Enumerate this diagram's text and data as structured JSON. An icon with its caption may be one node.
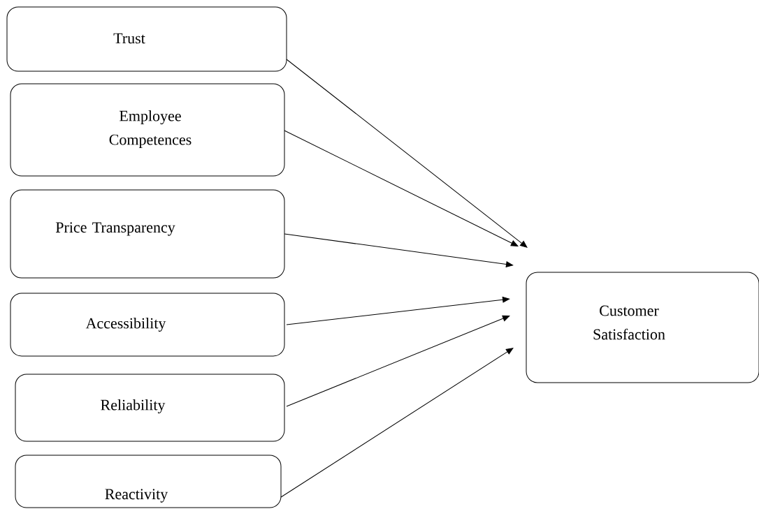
{
  "diagram": {
    "nodes": [
      {
        "text": [
          "Trust"
        ]
      },
      {
        "text": [
          "Employee Competences"
        ]
      },
      {
        "text": [
          "Price Transparency"
        ]
      },
      {
        "text": [
          "Accessibility"
        ]
      },
      {
        "text": [
          "Reliability"
        ]
      },
      {
        "text": [
          "Reactivity"
        ]
      },
      {
        "text": [
          "Customer Satisfaction"
        ]
      }
    ],
    "edges": [
      {
        "from": 0,
        "to": 6,
        "arrow": "to"
      },
      {
        "from": 1,
        "to": 6,
        "arrow": "to"
      },
      {
        "from": 2,
        "to": 6,
        "arrow": "to"
      },
      {
        "from": 3,
        "to": 6,
        "arrow": "to"
      },
      {
        "from": 4,
        "to": 6,
        "arrow": "to"
      },
      {
        "from": 5,
        "to": 6,
        "arrow": "to"
      }
    ]
  }
}
